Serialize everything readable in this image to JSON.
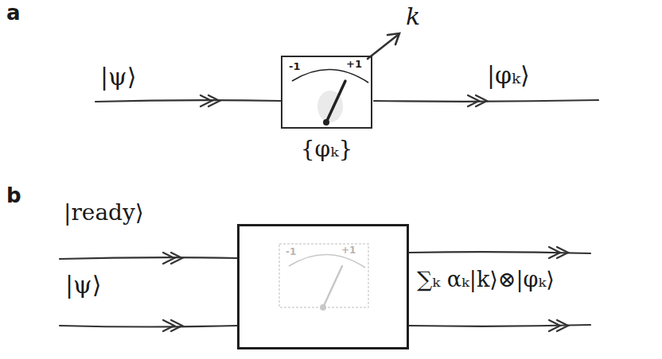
{
  "diagram": {
    "nodes": [
      {
        "text": [
          "-1",
          "+1",
          "{φₖ}"
        ]
      },
      {
        "text": [
          "-1",
          "+1"
        ]
      }
    ],
    "labels": [
      "a",
      "|ψ⟩",
      "k",
      "|φₖ⟩",
      "b",
      "|ready⟩",
      "|ψ⟩",
      "∑ₖ αₖ|k⟩⊗|φₖ⟩"
    ]
  }
}
